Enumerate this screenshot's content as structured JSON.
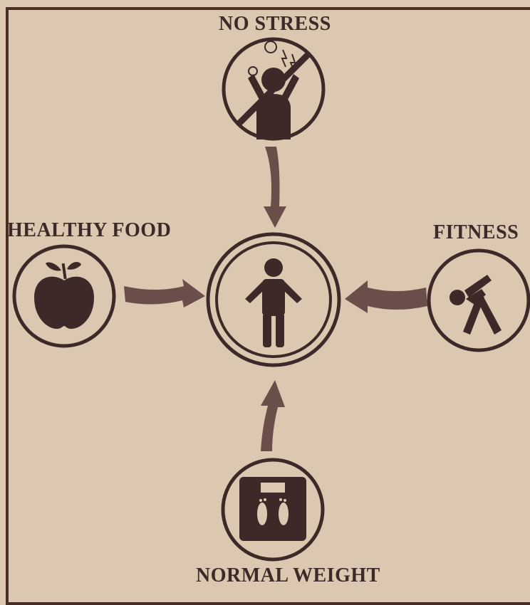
{
  "labels": {
    "top": "NO STRESS",
    "left": "HEALTHY FOOD",
    "right": "FITNESS",
    "bottom": "NORMAL WEIGHT"
  },
  "colors": {
    "background": "#dcc7b0",
    "ink": "#3d2a28",
    "arrow": "#6a4e4a"
  },
  "icons": {
    "top": "no-stress-icon",
    "left": "apple-icon",
    "right": "stretching-icon",
    "bottom": "scale-icon",
    "center": "person-icon"
  }
}
